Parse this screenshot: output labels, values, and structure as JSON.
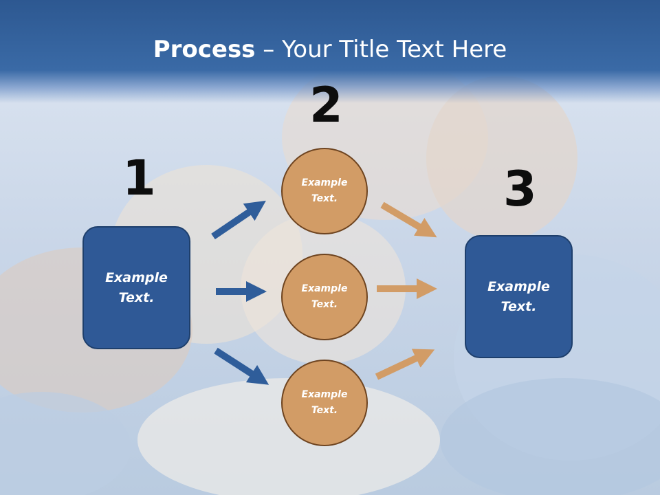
{
  "title": {
    "bold": "Process",
    "rest": " – Your Title Text Here"
  },
  "steps": {
    "one": "1",
    "two": "2",
    "three": "3"
  },
  "left_box": {
    "line1": "Example",
    "line2": "Text."
  },
  "right_box": {
    "line1": "Example",
    "line2": "Text."
  },
  "circles": [
    {
      "line1": "Example",
      "line2": "Text."
    },
    {
      "line1": "Example",
      "line2": "Text."
    },
    {
      "line1": "Example",
      "line2": "Text."
    }
  ],
  "colors": {
    "blue": "#2f5996",
    "orange": "#d29c66",
    "blue_arrow": "#2f5d9a",
    "orange_arrow": "#d29c66"
  }
}
